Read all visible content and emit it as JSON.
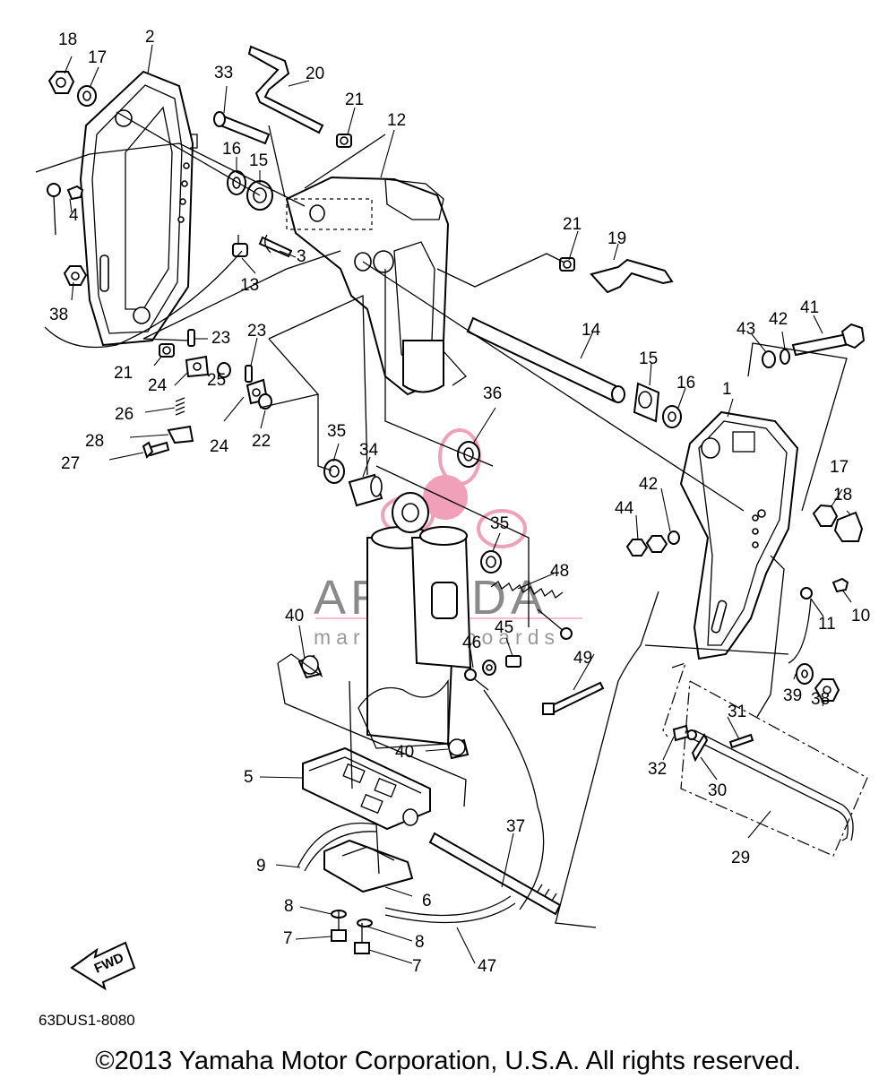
{
  "diagram": {
    "part_code": "63DUS1-8080",
    "copyright": "©2013 Yamaha Motor Corporation, U.S.A. All rights reserved.",
    "fwd_label": "FWD",
    "watermark": {
      "brand": "ARMADA",
      "tagline": "marine outboards",
      "logo_color": "#e75480"
    },
    "callouts": [
      "1",
      "2",
      "3",
      "4",
      "5",
      "6",
      "7",
      "7",
      "8",
      "8",
      "9",
      "10",
      "11",
      "12",
      "13",
      "14",
      "15",
      "15",
      "16",
      "16",
      "17",
      "17",
      "18",
      "18",
      "19",
      "20",
      "21",
      "21",
      "21",
      "22",
      "23",
      "23",
      "24",
      "24",
      "25",
      "26",
      "27",
      "28",
      "29",
      "30",
      "31",
      "32",
      "33",
      "34",
      "35",
      "35",
      "36",
      "37",
      "38",
      "38",
      "39",
      "40",
      "40",
      "41",
      "42",
      "42",
      "43",
      "44",
      "45",
      "46",
      "47",
      "48",
      "49"
    ]
  }
}
